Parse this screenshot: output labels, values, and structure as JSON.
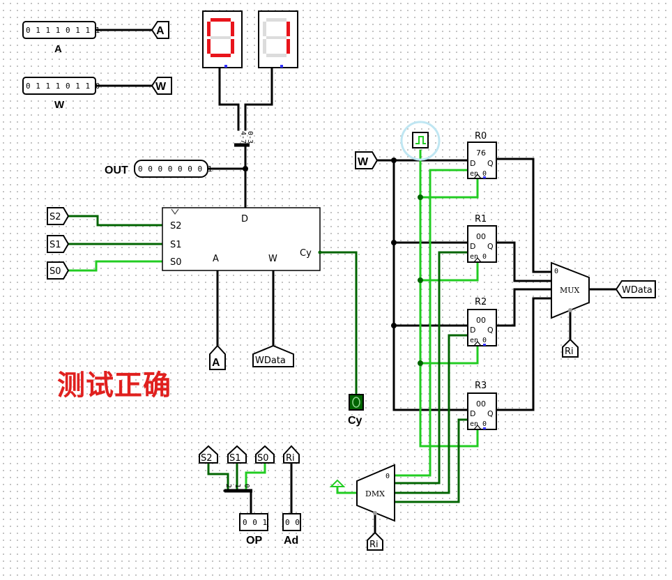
{
  "status": {
    "text": "测试正确"
  },
  "inputs": {
    "a": {
      "label": "A",
      "bits": "0 1 1 1 0 1 1 1",
      "tunnel": "A"
    },
    "w": {
      "label": "W",
      "bits": "0 1 1 1 0 1 1 0",
      "tunnel": "W"
    }
  },
  "output": {
    "label": "OUT",
    "bits": "0 0 0 0 0 0 0 1"
  },
  "display": {
    "hex_high": "0",
    "hex_low": "1"
  },
  "splitter_top": {
    "labels": [
      "4-7",
      "0-3"
    ]
  },
  "selector_tunnels": {
    "s2": "S2",
    "s1": "S1",
    "s0": "S0"
  },
  "alu": {
    "ports": {
      "s2": "S2",
      "s1": "S1",
      "s0": "S0",
      "d": "D",
      "a": "A",
      "w": "W",
      "cy": "Cy"
    },
    "a_tunnel": "A",
    "w_tunnel": "WData"
  },
  "carry": {
    "label": "Cy",
    "value": "0"
  },
  "opcode": {
    "tunnels": [
      "S2",
      "S1",
      "S0"
    ],
    "splitter_labels": [
      "2",
      "1",
      "0"
    ],
    "label": "OP",
    "bits": "0 0 1"
  },
  "address": {
    "tunnel": "Ri",
    "label": "Ad",
    "bits": "0 0"
  },
  "regfile": {
    "w_tunnel": "W",
    "registers": [
      {
        "name": "R0",
        "value": "76",
        "en": "en",
        "en_value": "0"
      },
      {
        "name": "R1",
        "value": "00",
        "en": "en",
        "en_value": "0"
      },
      {
        "name": "R2",
        "value": "00",
        "en": "en",
        "en_value": "0"
      },
      {
        "name": "R3",
        "value": "00",
        "en": "en",
        "en_value": "0"
      }
    ],
    "port_d": "D",
    "port_q": "Q",
    "mux": {
      "label": "MUX",
      "sel0": "0",
      "sel_tunnel": "Ri",
      "out_tunnel": "WData"
    },
    "dmx": {
      "label": "DMX",
      "sel0": "0",
      "sel_tunnel": "Ri"
    }
  },
  "colors": {
    "wire_dark": "#006400",
    "wire_bright": "#22cc22",
    "wire_bus": "#000000",
    "segment_on": "#e8141b",
    "segment_off": "#dcdcdc",
    "status_text": "#e0201e",
    "clock_halo": "#bfe6f2"
  }
}
